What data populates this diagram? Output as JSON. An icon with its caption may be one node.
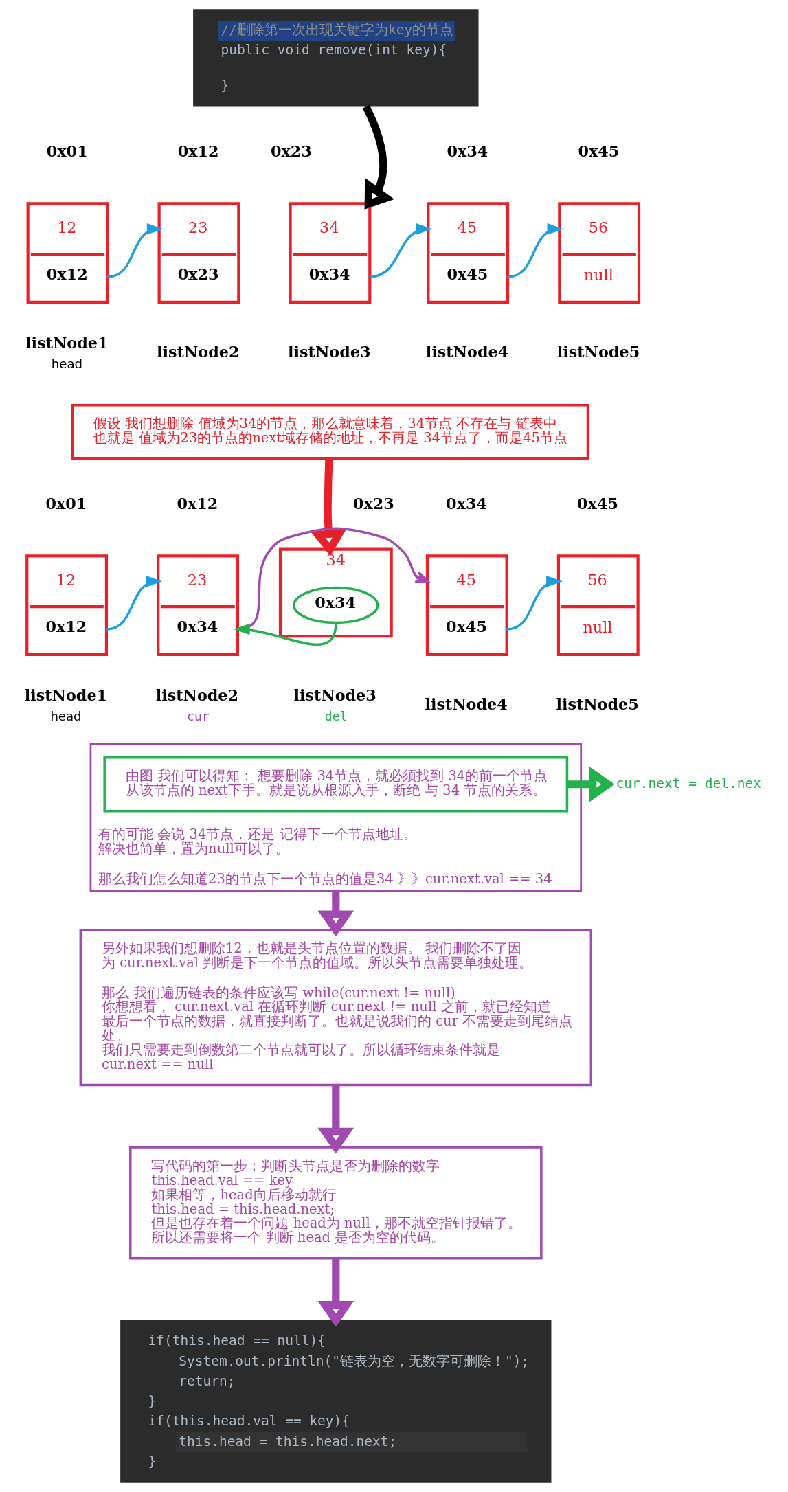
{
  "diagram": {
    "nodes": [
      {
        "text": [
          "//删除第一次出现关键字为key的节点",
          "public void remove(int key){",
          "}"
        ]
      },
      {
        "text": [
          "12",
          "0x12"
        ],
        "beside": [
          "0x01",
          "listNode1",
          "head"
        ]
      },
      {
        "text": [
          "23",
          "0x23"
        ],
        "beside": [
          "0x12",
          "listNode2"
        ]
      },
      {
        "text": [
          "34",
          "0x34"
        ],
        "beside": [
          "0x23",
          "listNode3"
        ]
      },
      {
        "text": [
          "45",
          "0x45"
        ],
        "beside": [
          "0x34",
          "listNode4"
        ]
      },
      {
        "text": [
          "56",
          "null"
        ],
        "beside": [
          "0x45",
          "listNode5"
        ]
      },
      {
        "text": [
          "假设 我们想删除 值域为34的节点，那么就意味着，34节点 不存在与 链表中也就是 值域为23的节点的next域存储的地址，不再是 34节点了，而是45节点"
        ]
      },
      {
        "text": [
          "12",
          "0x12"
        ],
        "beside": [
          "0x01",
          "listNode1",
          "head"
        ]
      },
      {
        "text": [
          "23",
          "0x34"
        ],
        "beside": [
          "0x12",
          "listNode2",
          "cur"
        ]
      },
      {
        "text": [
          "34"
        ],
        "beside": [
          "0x23",
          "listNode3",
          "del"
        ]
      },
      {
        "text": [
          "0x34"
        ],
        "in": 9
      },
      {
        "text": [
          "45",
          "0x45"
        ],
        "beside": [
          "0x34",
          "listNode4"
        ]
      },
      {
        "text": [
          "56",
          "null"
        ],
        "beside": [
          "0x45",
          "listNode5"
        ]
      },
      {
        "text": [
          "有的可能 会说 34节点，还是 记得下一个节点地址。解决也简单，置为null可以了。",
          "那么我们怎么知道23的节点下一个节点的值是34 》》cur.next.val == 34"
        ]
      },
      {
        "text": [
          "由图 我们可以得知： 想要删除 34节点，就必须找到 34的前一个节点从该节点的 next下手。就是说从根源入手，断绝 与 34 节点的关系。"
        ],
        "in": 13
      },
      {
        "text": [
          "cur.next = del.nex"
        ]
      },
      {
        "text": [
          "另外如果我们想删除12，也就是头节点位置的数据。 我们删除不了因为 cur.next.val 判断是下一个节点的值域。所以头节点需要单独处理。",
          "那么 我们遍历链表的条件应该写 while(cur.next != null)",
          "你想想看， cur.next.val 在循环判断 cur.next != null 之前，就已经知道最后一个节点的数据，就直接判断了。也就是说我们的 cur 不需要走到尾结点处。",
          "我们只需要走到倒数第二个节点就可以了。所以循环结束条件就是cur.next == null"
        ]
      },
      {
        "text": [
          "写代码的第一步：判断头节点是否为删除的数字",
          "this.head.val == key",
          "如果相等，head向后移动就行",
          "this.head = this.head.next;",
          "但是也存在着一个问题 head为 null，那不就空指针报错了。",
          "所以还需要将一个 判断 head 是否为空的代码。"
        ]
      },
      {
        "text": [
          "if(this.head == null){",
          "System.out.println(\"链表为空，无数字可删除！\");",
          "return;",
          "}",
          "if(this.head.val == key){",
          "this.head = this.head.next;",
          "}"
        ]
      }
    ],
    "edges": [
      {
        "from": 0,
        "to": 3,
        "arrow": "to",
        "style": "thick",
        "color": "#000000"
      },
      {
        "from": 1,
        "to": 2,
        "arrow": "to"
      },
      {
        "from": 3,
        "to": 4,
        "arrow": "to"
      },
      {
        "from": 4,
        "to": 5,
        "arrow": "to"
      },
      {
        "from": 6,
        "to": 9,
        "arrow": "to",
        "style": "thick",
        "color": "#e8202a"
      },
      {
        "from": 7,
        "to": 8,
        "arrow": "to"
      },
      {
        "from": 8,
        "to": 11,
        "arrow": "to",
        "color": "#a04ab0"
      },
      {
        "from": 10,
        "to": 8,
        "arrow": "to",
        "color": "#22b14c"
      },
      {
        "from": 11,
        "to": 12,
        "arrow": "to"
      },
      {
        "from": 14,
        "to": 15,
        "arrow": "to",
        "style": "thick",
        "color": "#22b14c"
      },
      {
        "from": 13,
        "to": 16,
        "arrow": "to",
        "style": "thick",
        "color": "#a04ab0"
      },
      {
        "from": 16,
        "to": 17,
        "arrow": "to",
        "style": "thick",
        "color": "#a04ab0"
      },
      {
        "from": 17,
        "to": 18,
        "arrow": "to",
        "style": "thick",
        "color": "#a04ab0"
      }
    ]
  }
}
